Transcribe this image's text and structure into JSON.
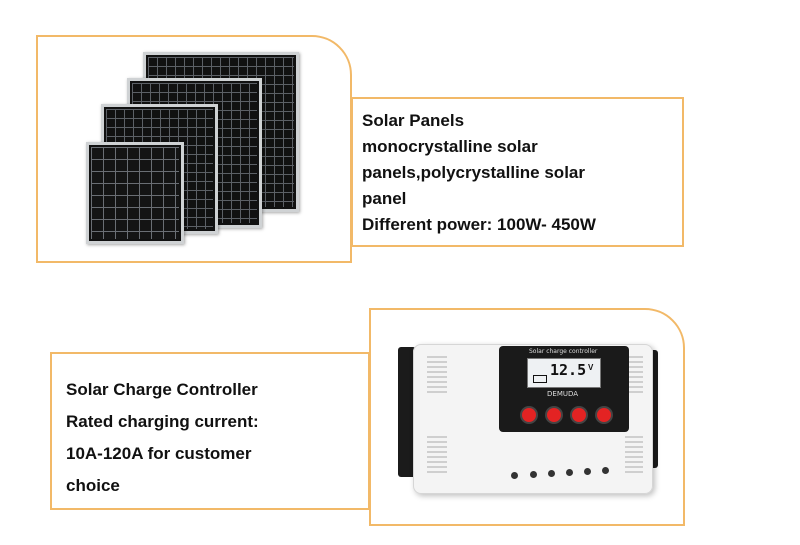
{
  "section_panels": {
    "lines": [
      "Solar Panels",
      "monocrystalline solar",
      "panels,polycrystalline solar",
      "panel",
      "Different power: 100W- 450W"
    ]
  },
  "section_controller": {
    "lines": [
      "Solar Charge Controller",
      "Rated charging current:",
      "10A-120A for customer",
      "choice"
    ],
    "device": {
      "header": "Solar charge controller",
      "brand": "DEMUDA",
      "readout": "12.5",
      "readout_unit": "V"
    }
  },
  "colors": {
    "frame": "#f2b968",
    "button": "#e32323"
  }
}
